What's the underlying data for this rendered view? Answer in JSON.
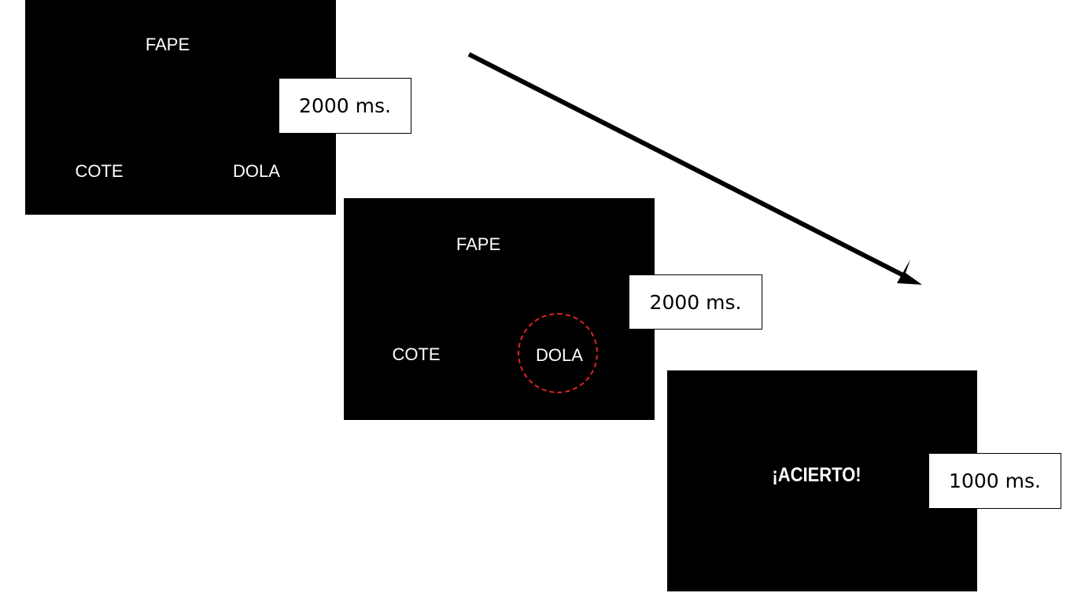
{
  "screens": [
    {
      "target": "FAPE",
      "option_left": "COTE",
      "option_right": "DOLA",
      "duration": "2000 ms."
    },
    {
      "target": "FAPE",
      "option_left": "COTE",
      "option_right": "DOLA",
      "duration": "2000 ms."
    },
    {
      "feedback": "¡ACIERTO!",
      "duration": "1000 ms."
    }
  ],
  "colors": {
    "screen_background": "#000000",
    "stimulus_text": "#ffffff",
    "selection_circle": "#e02424",
    "arrow": "#000000"
  },
  "icons": {
    "selection": "dashed-red-circle",
    "flow": "arrow-down-right"
  }
}
